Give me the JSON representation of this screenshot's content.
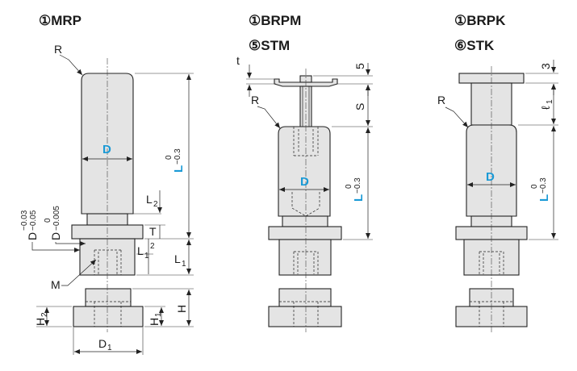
{
  "variants": [
    {
      "title_lines": [
        "①MRP"
      ]
    },
    {
      "title_lines": [
        "①BRPM",
        "⑤STM"
      ]
    },
    {
      "title_lines": [
        "①BRPK",
        "⑥STK"
      ]
    }
  ],
  "labels": {
    "R": "R",
    "D": "D",
    "D1": "D",
    "D1_sub": "1",
    "L": "L",
    "L_tol_upper": "0",
    "L_tol_lower": "−0.3",
    "L1": "L",
    "L1_sub": "1",
    "L2": "L",
    "L2_sub": "2",
    "T": "T",
    "two": "2",
    "M": "M",
    "H": "H",
    "H1": "H",
    "H1_sub": "1",
    "H2": "H",
    "H2_sub": "2",
    "D_tol_shaft": "D",
    "D_tol_shaft_upper": "−0.03",
    "D_tol_shaft_lower": "−0.05",
    "D_tol_hole": "D",
    "D_tol_hole_upper": "0",
    "D_tol_hole_lower": "−0.005",
    "t": "t",
    "five": "5",
    "S": "S",
    "three": "3",
    "l1": "ℓ",
    "l1_sub": "1"
  },
  "colors": {
    "accent": "#1a9ad6",
    "part_fill": "#e4e4e4",
    "line": "#222222"
  }
}
